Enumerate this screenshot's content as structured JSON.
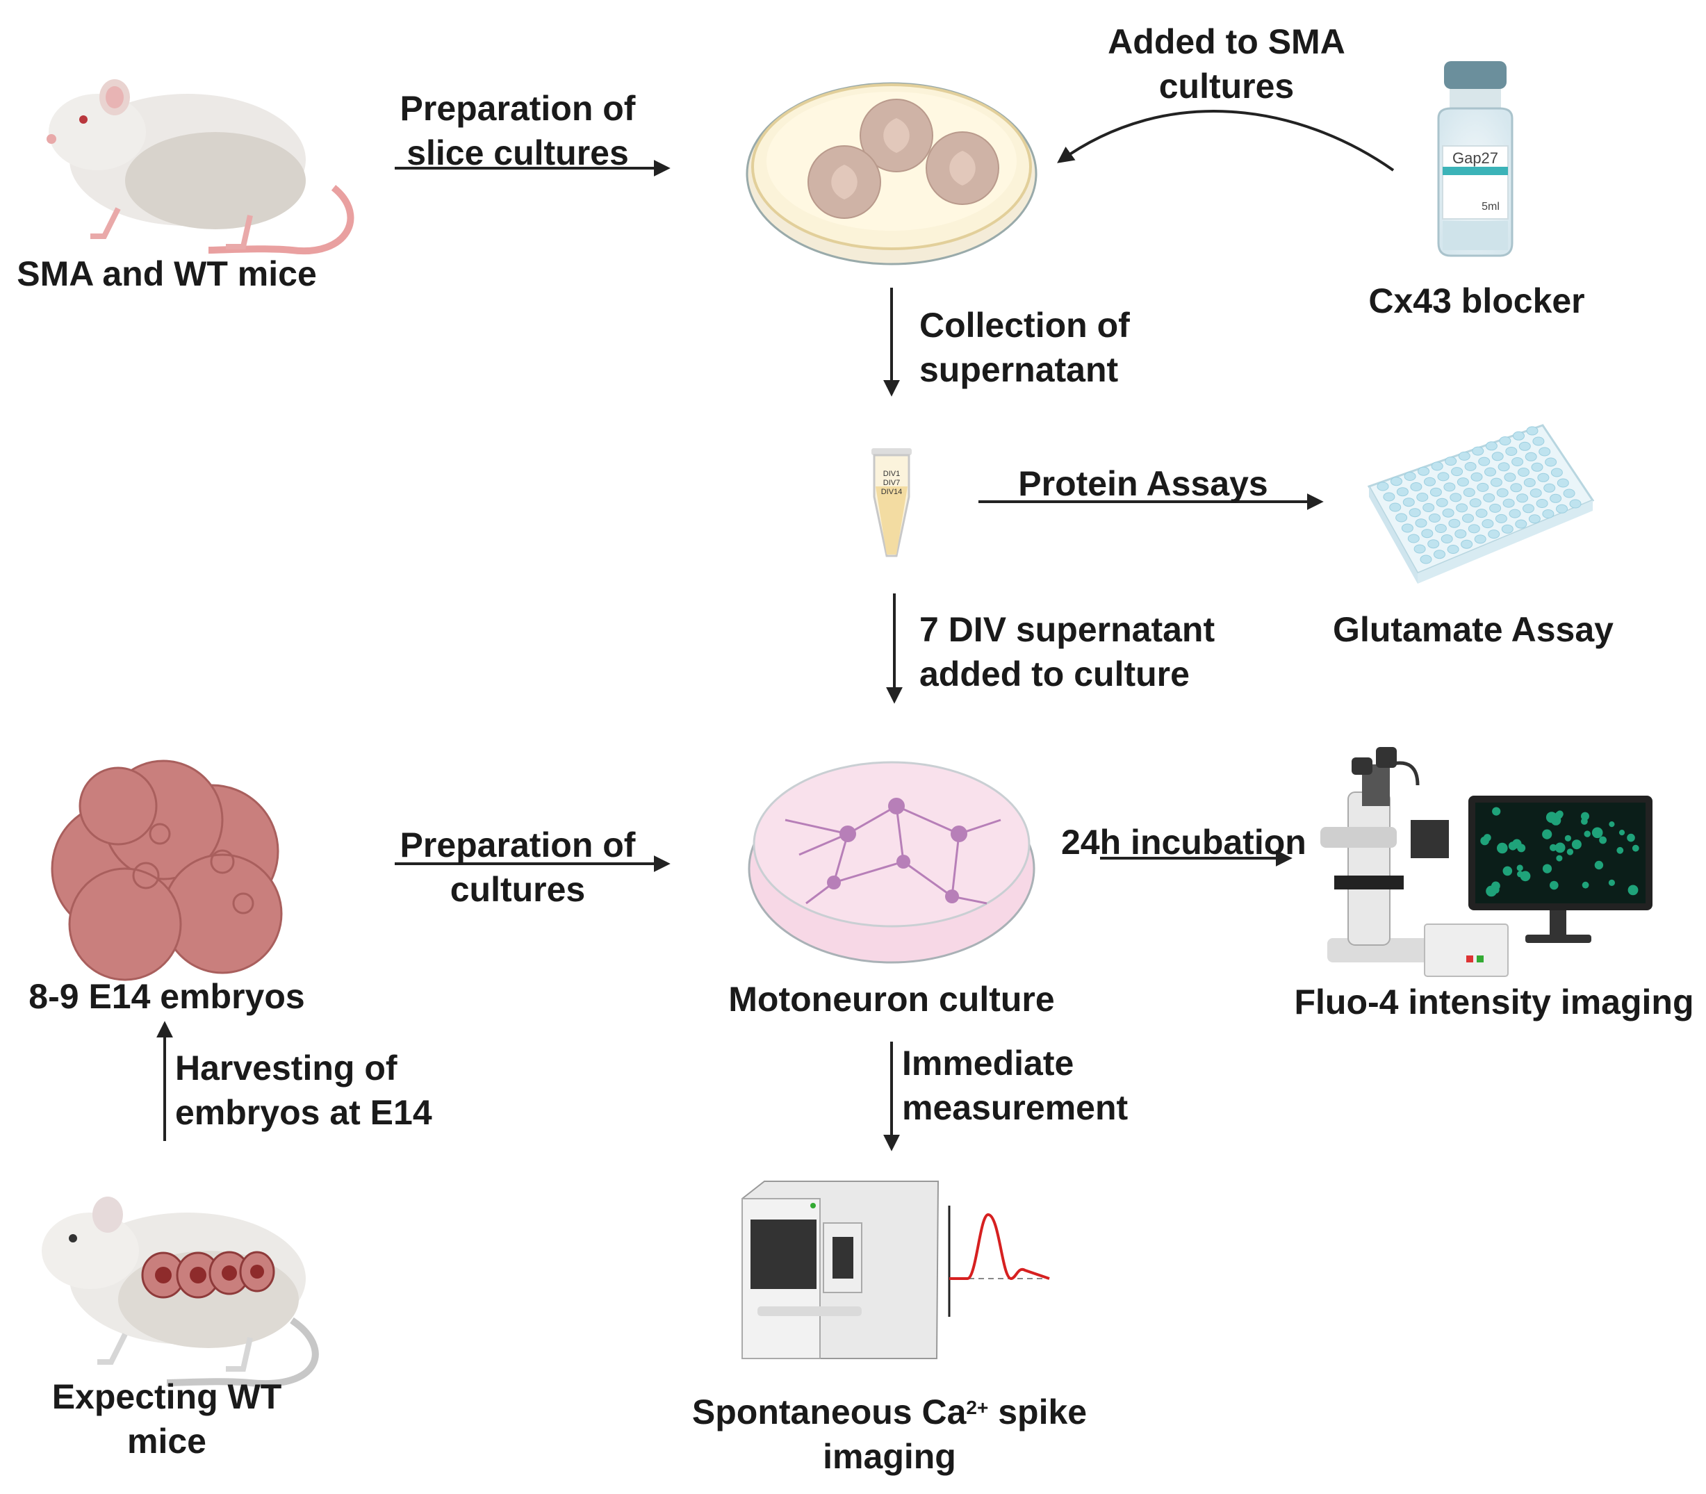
{
  "labels": {
    "sma_wt_mice": "SMA and WT mice",
    "prep_slice_1": "Preparation of",
    "prep_slice_2": "slice cultures",
    "added_sma_1": "Added to SMA",
    "added_sma_2": "cultures",
    "cx43_blocker": "Cx43 blocker",
    "collection_1": "Collection of",
    "collection_2": "supernatant",
    "protein_assays": "Protein Assays",
    "glutamate_assay": "Glutamate Assay",
    "div_added_1": "7 DIV supernatant",
    "div_added_2": "added to culture",
    "embryos": "8-9 E14 embryos",
    "prep_cultures_1": "Preparation of",
    "prep_cultures_2": "cultures",
    "motoneuron_culture": "Motoneuron culture",
    "incubation": "24h incubation",
    "fluo4": "Fluo-4 intensity imaging",
    "harvesting_1": "Harvesting of",
    "harvesting_2": "embryos at E14",
    "immediate_1": "Immediate",
    "immediate_2": "measurement",
    "expecting_1": "Expecting WT",
    "expecting_2": "mice",
    "spike_1a": "Spontaneous Ca",
    "spike_sup": "2+",
    "spike_1b": " spike",
    "spike_2": "imaging"
  },
  "vial_label": "Gap27",
  "vial_volume": "5ml",
  "tube_labels": [
    "DIV1",
    "DIV7",
    "DIV14"
  ],
  "colors": {
    "arrow": "#222222",
    "tissue": "#c9a89a",
    "embryo": "#c97f7d",
    "culture_pink": "#f6d6e4",
    "neuron": "#b77fb8",
    "plate_blue": "#bfe3ef",
    "screen_cells": "#1fa37a",
    "trace": "#d62020"
  }
}
